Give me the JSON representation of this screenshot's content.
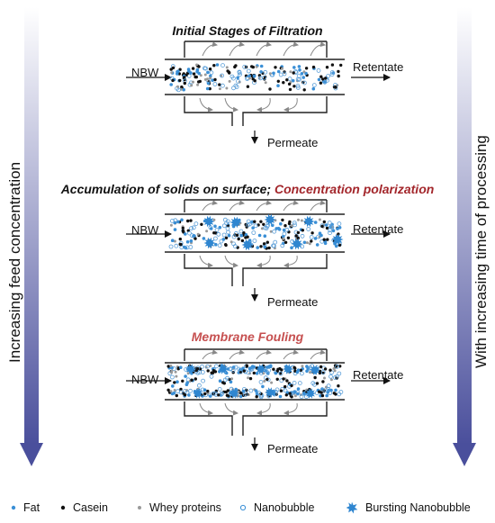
{
  "stages": [
    {
      "title": "Initial Stages of Filtration",
      "inlet": "NBW",
      "retentate": "Retentate",
      "permeate": "Permeate"
    },
    {
      "title_part1": "Accumulation of solids on surface; ",
      "title_part2": "Concentration polarization",
      "inlet": "NBW",
      "retentate": "Retentate",
      "permeate": "Permeate"
    },
    {
      "title": "Membrane Fouling",
      "inlet": "NBW",
      "retentate": "Retentate",
      "permeate": "Permeate"
    }
  ],
  "left_axis": {
    "label": "Increasing feed concentration"
  },
  "right_axis": {
    "label": "With increasing  time of processing"
  },
  "legend": [
    {
      "label": "Fat",
      "icon": "fat-dot"
    },
    {
      "label": "Casein",
      "icon": "casein-dot"
    },
    {
      "label": "Whey proteins",
      "icon": "whey-dot"
    },
    {
      "label": "Nanobubble",
      "icon": "nanobubble-circle"
    },
    {
      "label": "Bursting Nanobubble",
      "icon": "bursting-nanobubble"
    }
  ],
  "colors": {
    "arrow_dark": "#4a4f9c",
    "arrow_light": "#e8e9f5",
    "fat": "#3a8fd6",
    "burst": "#2f86d0",
    "casein": "#111111",
    "whey": "#9a9a9a",
    "title_red": "#a3262b"
  }
}
